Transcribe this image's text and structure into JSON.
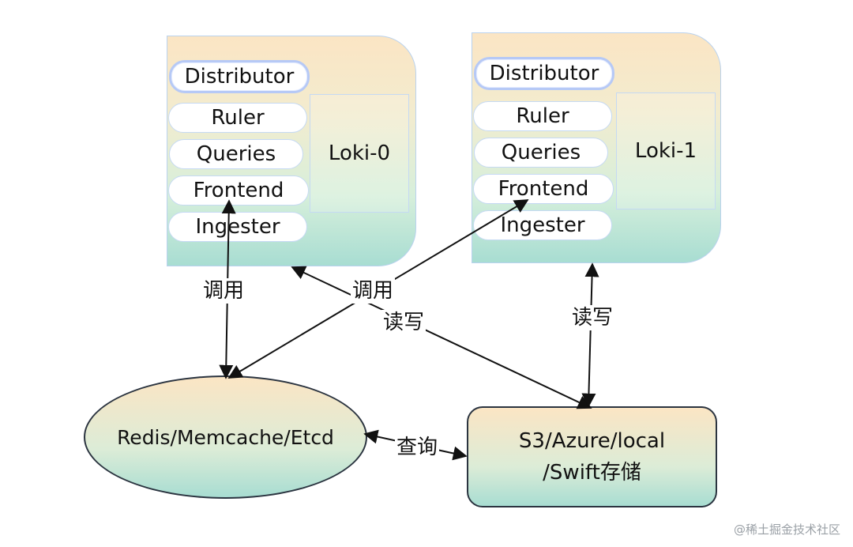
{
  "pods": [
    {
      "name": "Loki-0",
      "components": [
        "Distributor",
        "Ruler",
        "Queries",
        "Frontend",
        "Ingester"
      ]
    },
    {
      "name": "Loki-1",
      "components": [
        "Distributor",
        "Ruler",
        "Queries",
        "Frontend",
        "Ingester"
      ]
    }
  ],
  "cache_node": "Redis/Memcache/Etcd",
  "storage_node": {
    "line1": "S3/Azure/local",
    "line2": "/Swift存储"
  },
  "edge_labels": {
    "call_left": "调用",
    "call_center": "调用",
    "rw_center": "读写",
    "rw_right": "读写",
    "query": "查询"
  },
  "watermark": "@稀土掘金技术社区"
}
